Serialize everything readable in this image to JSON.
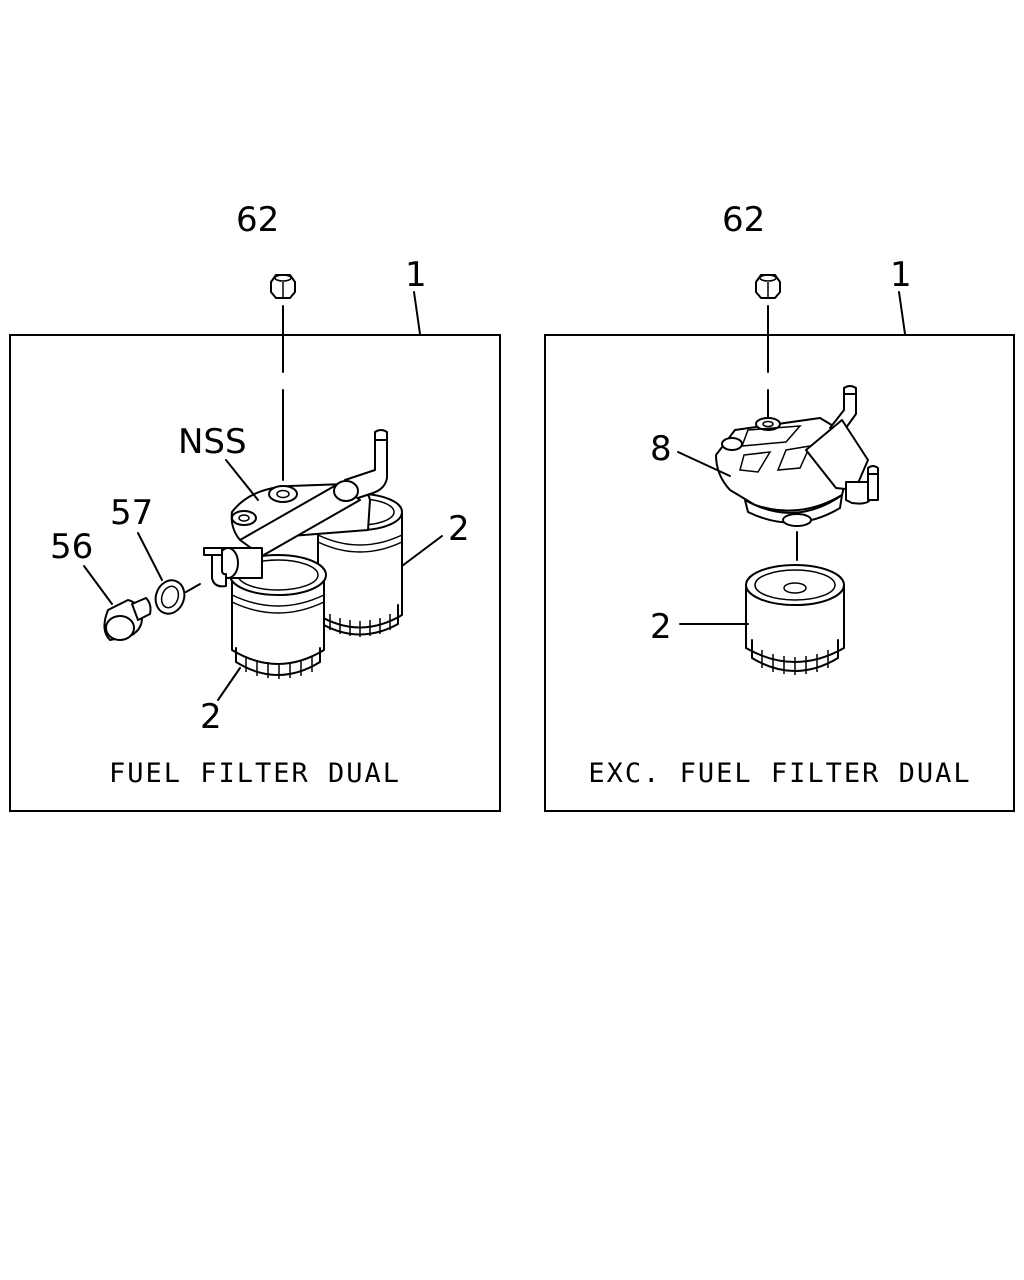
{
  "left_panel": {
    "caption": "FUEL FILTER DUAL",
    "callouts": {
      "nut": "62",
      "assembly": "1",
      "nss": "NSS",
      "gasket": "57",
      "plug": "56",
      "filter_right": "2",
      "filter_left": "2"
    }
  },
  "right_panel": {
    "caption": "EXC. FUEL FILTER DUAL",
    "callouts": {
      "nut": "62",
      "assembly": "1",
      "head": "8",
      "filter": "2"
    }
  }
}
